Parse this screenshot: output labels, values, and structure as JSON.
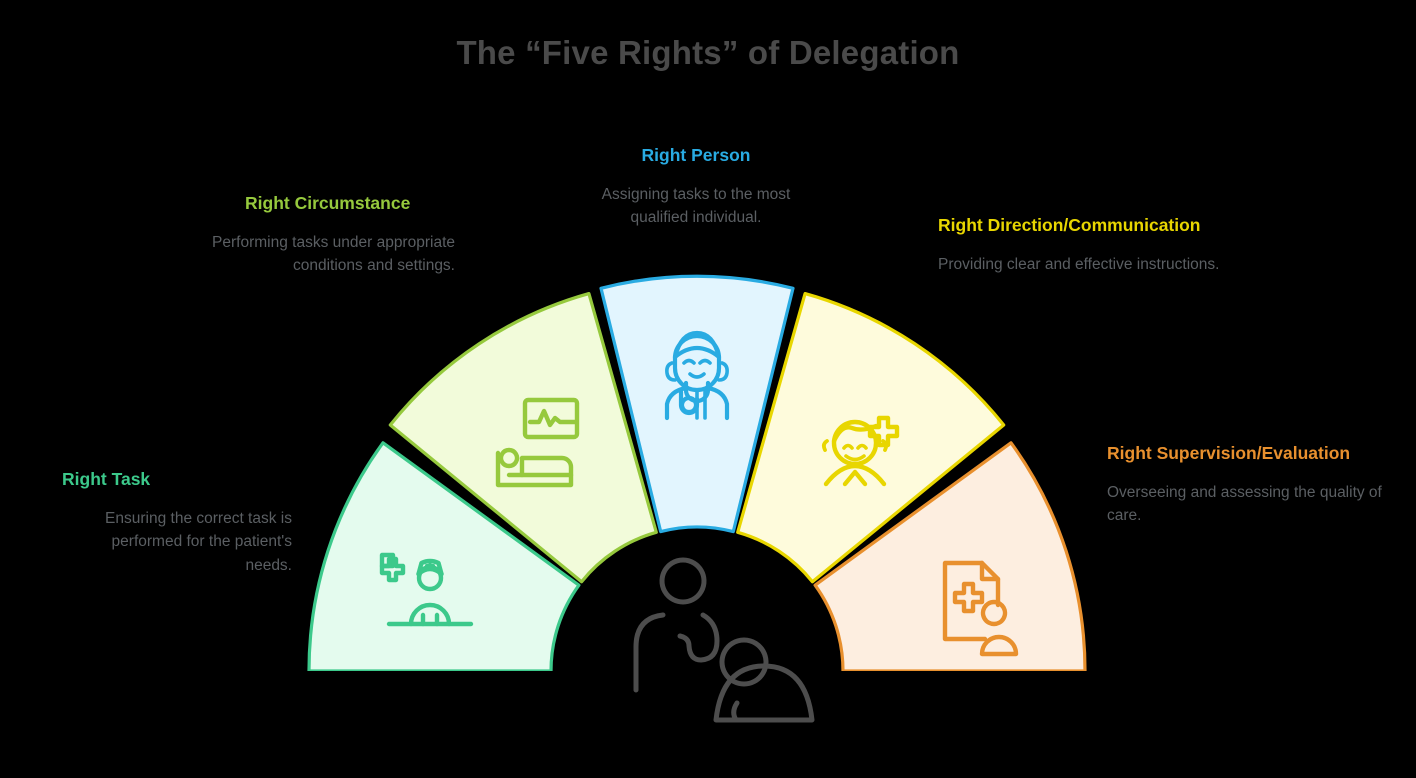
{
  "header": {
    "title": "The “Five Rights” of Delegation",
    "title_color": "#4a4a4a"
  },
  "background_color": "#000000",
  "center_icon": {
    "name": "caregiver-icon",
    "color": "#4d4d4d"
  },
  "segments": [
    {
      "id": "right-task",
      "title": "Right Task",
      "description": "Ensuring the correct task is performed for the patient's needs.",
      "accent": "#3CC98B",
      "fill": "#E4FBEE",
      "icon": "nurse-cross-icon"
    },
    {
      "id": "right-circumstance",
      "title": "Right Circumstance",
      "description": "Performing tasks under appropriate conditions and settings.",
      "accent": "#96C93D",
      "fill": "#F2FBDA",
      "icon": "hospital-bed-monitor-icon"
    },
    {
      "id": "right-person",
      "title": "Right Person",
      "description": "Assigning tasks to the most qualified individual.",
      "accent": "#29ABE2",
      "fill": "#E2F5FE",
      "icon": "doctor-stethoscope-icon"
    },
    {
      "id": "right-direction",
      "title": "Right Direction/Communication",
      "description": "Providing clear and effective instructions.",
      "accent": "#E8D600",
      "fill": "#FEFBDC",
      "icon": "patient-plus-icon"
    },
    {
      "id": "right-supervision",
      "title": "Right Supervision/Evaluation",
      "description": "Overseeing and assessing the quality of care.",
      "accent": "#E8902E",
      "fill": "#FDEEE0",
      "icon": "medical-record-person-icon"
    }
  ],
  "description_color": "#5b5f63"
}
